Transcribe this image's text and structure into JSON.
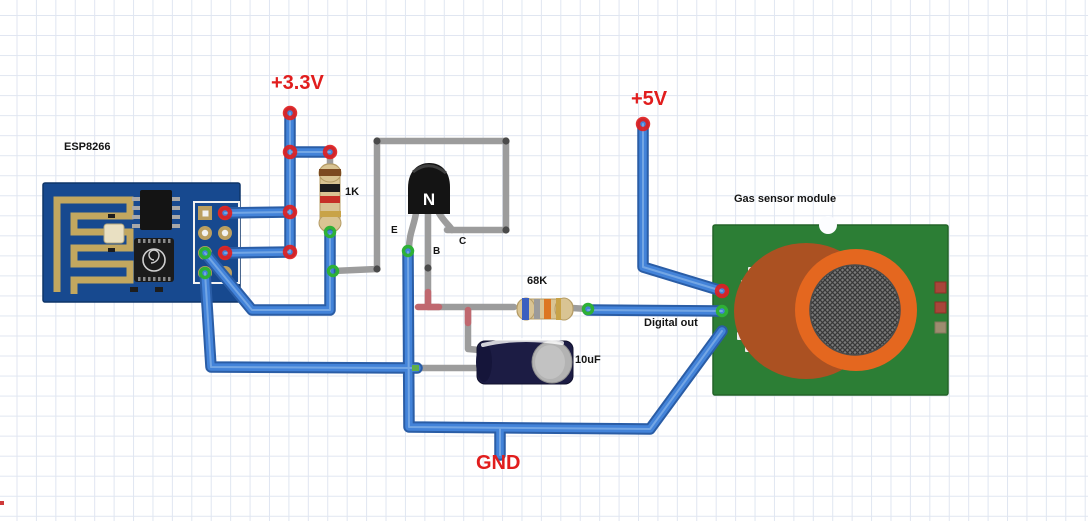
{
  "labels": {
    "esp_module": "ESP8266",
    "v33": "+3.3V",
    "v5": "+5V",
    "gnd": "GND",
    "r1": "1K",
    "r2": "68K",
    "cap": "10uF",
    "gas_module": "Gas sensor module",
    "digital_out": "Digital out",
    "transistor_emitter": "E",
    "transistor_base": "B",
    "transistor_collector": "C",
    "transistor_marking": "N"
  },
  "colors": {
    "wire_blue": "#4383d9",
    "wire_blue_outline": "#2a5da6",
    "wire_gray": "#9c9c9c",
    "junction_red": "#e02020",
    "junction_green": "#2eb136",
    "label_red": "#e11d1d",
    "esp_pcb_blue": "#17498f",
    "antenna_gold": "#c2a75f",
    "sensor_pcb_green": "#2c7e35",
    "sensor_orange_front": "#e4671f",
    "sensor_orange_back": "#ab5122",
    "resistor_tan": "#d9c493",
    "capacitor_navy": "#1c1c44"
  }
}
